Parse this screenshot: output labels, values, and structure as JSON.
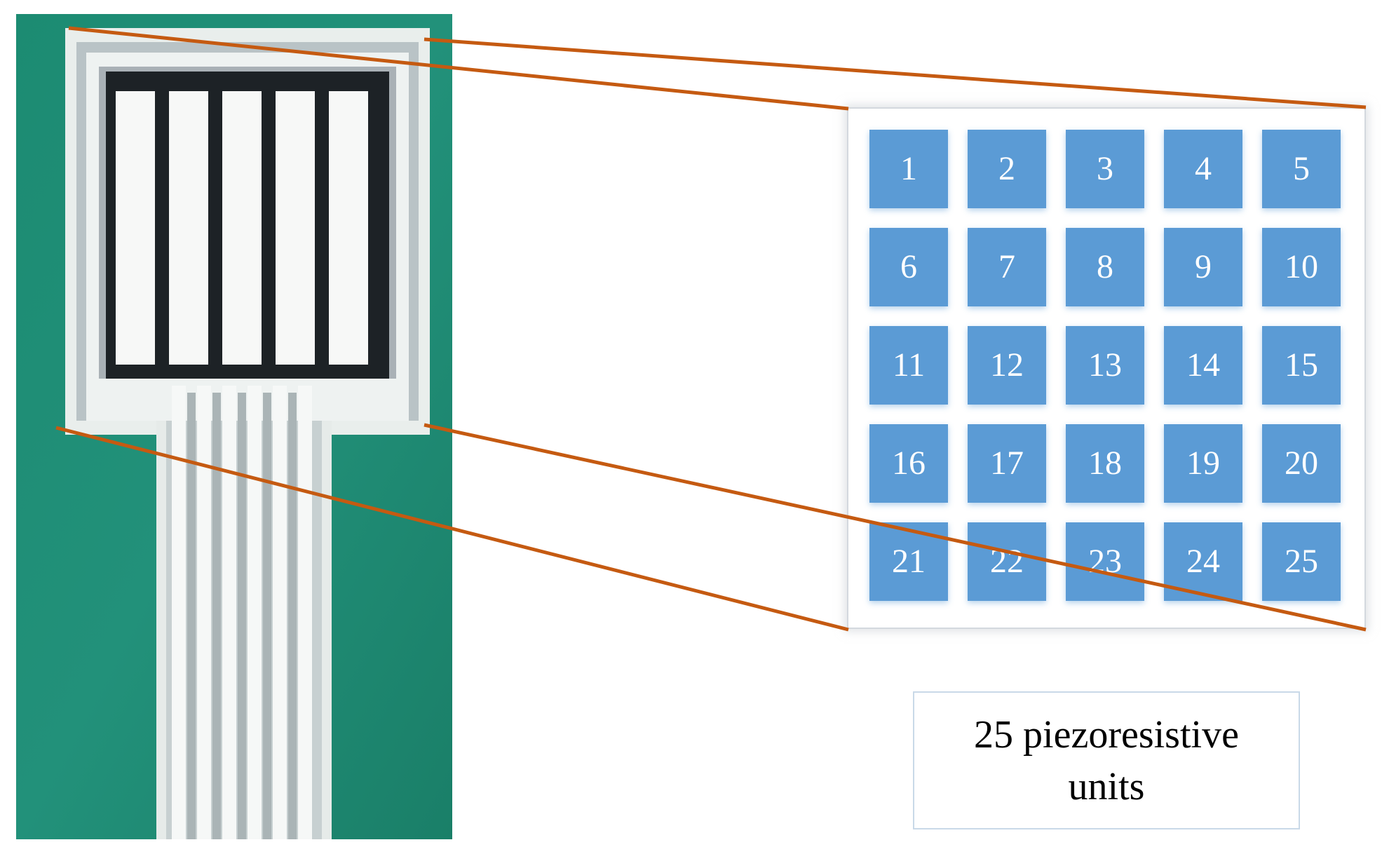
{
  "figure": {
    "cells": [
      "1",
      "2",
      "3",
      "4",
      "5",
      "6",
      "7",
      "8",
      "9",
      "10",
      "11",
      "12",
      "13",
      "14",
      "15",
      "16",
      "17",
      "18",
      "19",
      "20",
      "21",
      "22",
      "23",
      "24",
      "25"
    ],
    "caption": "25 piezoresistive units",
    "colors": {
      "cell": "#5b9bd5",
      "cell_text": "#ffffff",
      "zoom_line": "#c55a11",
      "board": "#1f8a73",
      "trace": "#f4f6f4"
    },
    "photo": {
      "description_icon": "sensor-photo"
    }
  }
}
